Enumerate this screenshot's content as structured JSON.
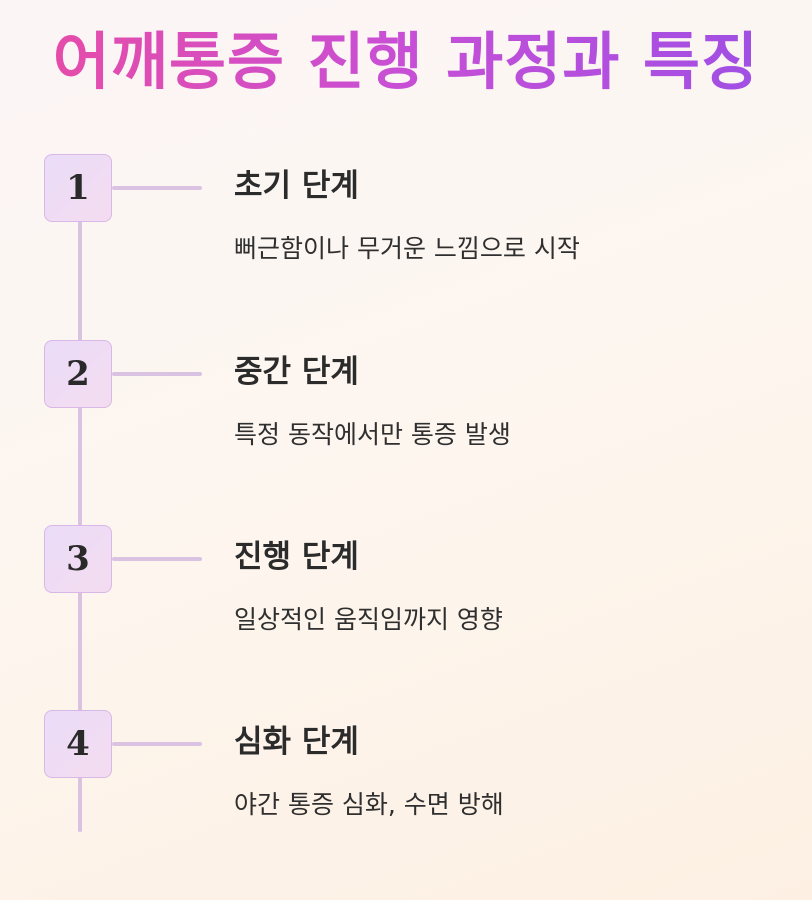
{
  "title": "어깨통증 진행 과정과 특징",
  "colors": {
    "title_gradient_start": "#ea4ca3",
    "title_gradient_end": "#9b4fe6",
    "timeline": "#d9c2e2",
    "box_fill": "#eadcf8"
  },
  "steps": [
    {
      "number": "1",
      "title": "초기 단계",
      "description": "뻐근함이나 무거운 느낌으로 시작"
    },
    {
      "number": "2",
      "title": "중간 단계",
      "description": "특정 동작에서만 통증 발생"
    },
    {
      "number": "3",
      "title": "진행 단계",
      "description": "일상적인 움직임까지 영향"
    },
    {
      "number": "4",
      "title": "심화 단계",
      "description": "야간 통증 심화, 수면 방해"
    }
  ]
}
